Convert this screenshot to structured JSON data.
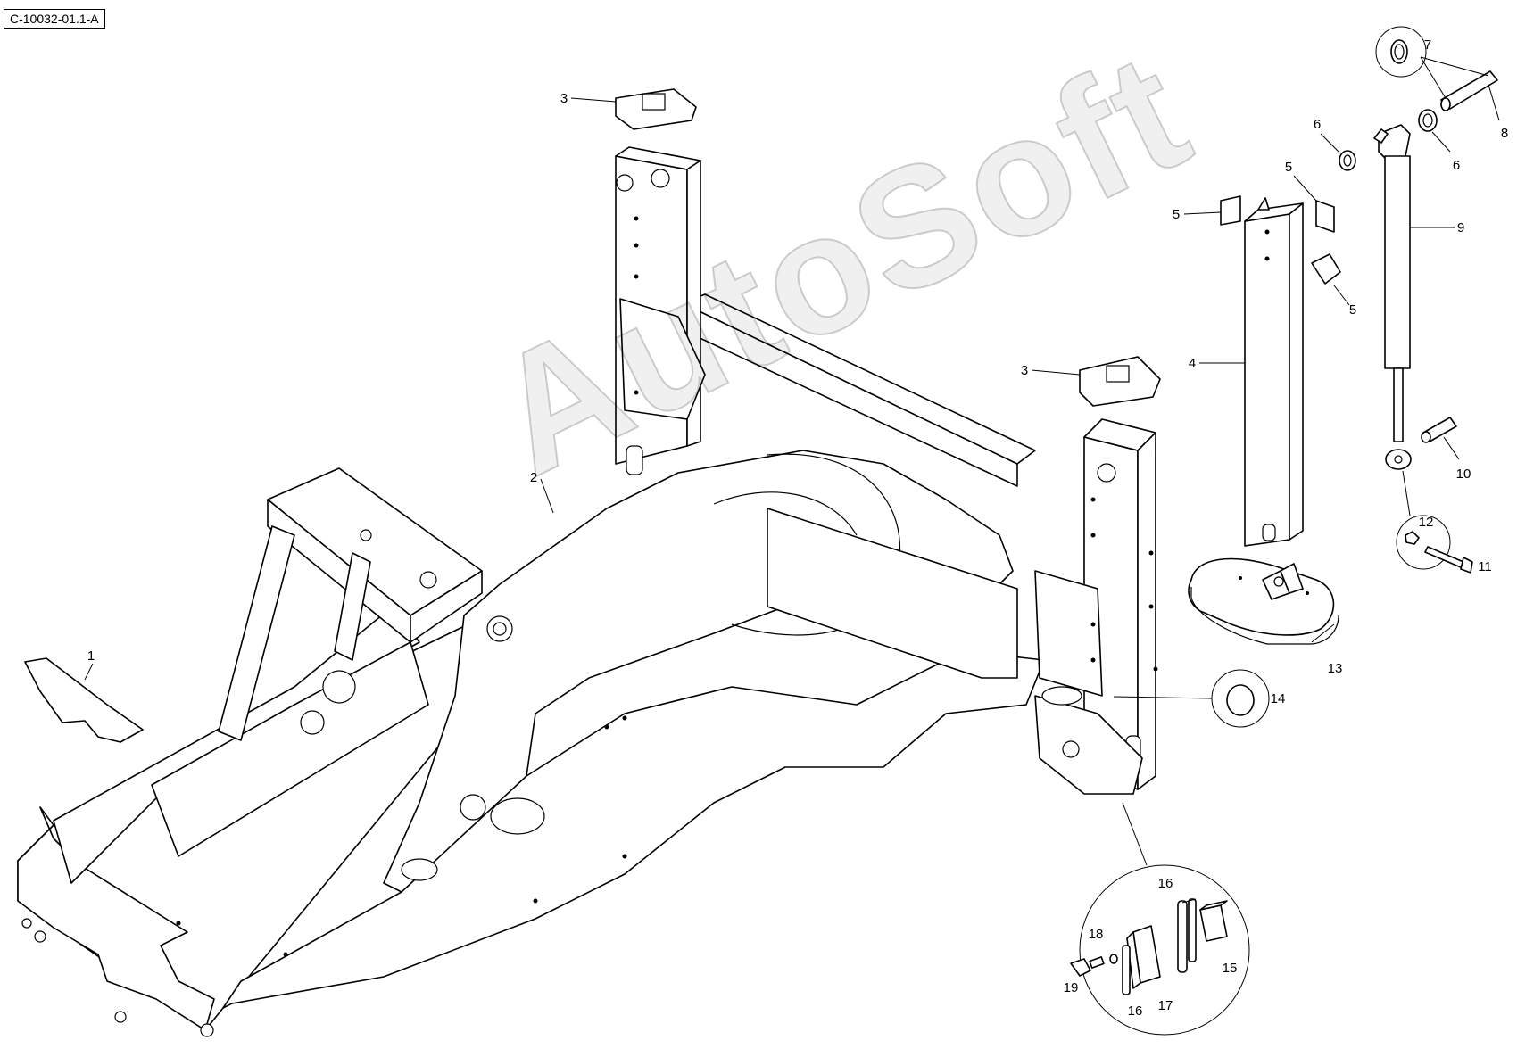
{
  "diagram": {
    "reference_code": "C-10032-01.1-A",
    "watermark": "AutoSoft",
    "callouts": [
      "1",
      "2",
      "3",
      "3",
      "4",
      "5",
      "5",
      "5",
      "6",
      "6",
      "7",
      "8",
      "9",
      "10",
      "11",
      "12",
      "13",
      "14",
      "15",
      "16",
      "16",
      "17",
      "18",
      "19"
    ]
  }
}
